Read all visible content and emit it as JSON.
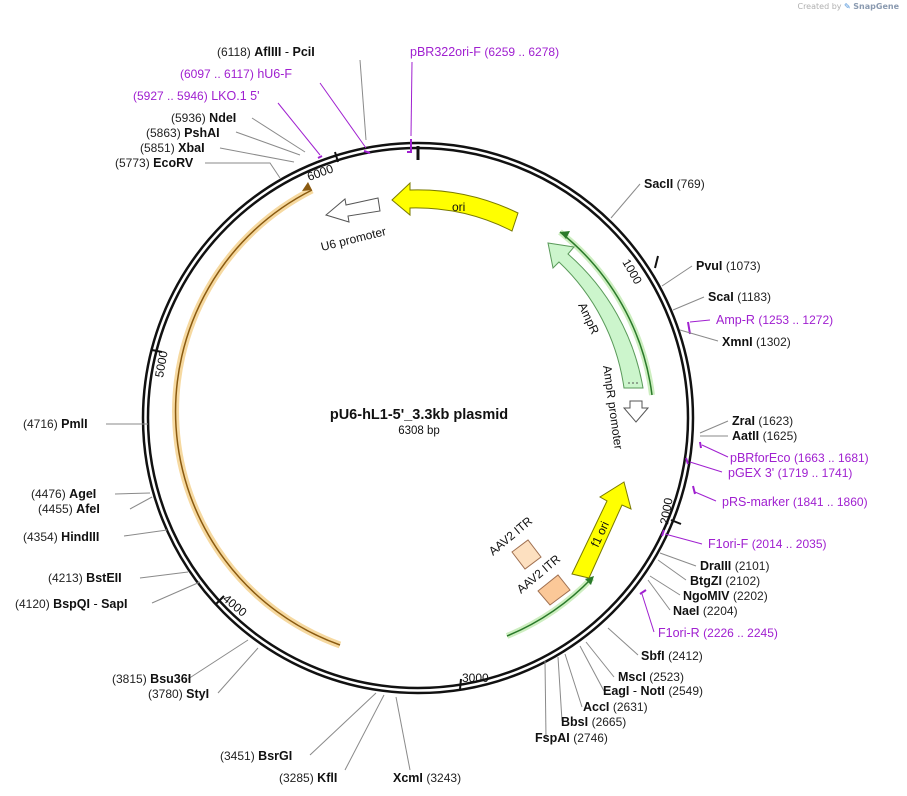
{
  "watermark": {
    "prefix": "Created by",
    "brand": "SnapGene"
  },
  "plasmid": {
    "name": "pU6-hL1-5'_3.3kb plasmid",
    "length_label": "6308 bp",
    "length": 6308
  },
  "ticks": [
    "1000",
    "2000",
    "3000",
    "4000",
    "5000",
    "6000"
  ],
  "features": [
    {
      "id": "ori",
      "label": "ori",
      "color": "#ffff00",
      "stroke": "#7a7a00"
    },
    {
      "id": "ampr",
      "label": "AmpR",
      "color": "#ccf5cc",
      "stroke": "#5a9a5a"
    },
    {
      "id": "ampr-promoter",
      "label": "AmpR promoter",
      "color": "#ffffff",
      "stroke": "#555555"
    },
    {
      "id": "f1-ori",
      "label": "f1 ori",
      "color": "#ffff00",
      "stroke": "#7a7a00"
    },
    {
      "id": "aav2-itr-1",
      "label": "AAV2 ITR",
      "color": "#fde0c0",
      "stroke": "#a07050"
    },
    {
      "id": "aav2-itr-2",
      "label": "AAV2 ITR",
      "color": "#fbc898",
      "stroke": "#a07050"
    },
    {
      "id": "u6-promoter",
      "label": "U6 promoter",
      "color": "#ffffff",
      "stroke": "#555555"
    }
  ],
  "sites": [
    {
      "name": "SacII",
      "pos": "(769)"
    },
    {
      "name": "PvuI",
      "pos": "(1073)"
    },
    {
      "name": "ScaI",
      "pos": "(1183)"
    },
    {
      "name": "XmnI",
      "pos": "(1302)"
    },
    {
      "name": "ZraI",
      "pos": "(1623)"
    },
    {
      "name": "AatII",
      "pos": "(1625)"
    },
    {
      "name": "DraIII",
      "pos": "(2101)"
    },
    {
      "name": "BtgZI",
      "pos": "(2102)"
    },
    {
      "name": "NgoMIV",
      "pos": "(2202)"
    },
    {
      "name": "NaeI",
      "pos": "(2204)"
    },
    {
      "name": "SbfI",
      "pos": "(2412)"
    },
    {
      "name": "MscI",
      "pos": "(2523)"
    },
    {
      "name": "EagI",
      "name2": "NotI",
      "pos": "(2549)"
    },
    {
      "name": "AccI",
      "pos": "(2631)"
    },
    {
      "name": "BbsI",
      "pos": "(2665)"
    },
    {
      "name": "FspAI",
      "pos": "(2746)"
    },
    {
      "name": "XcmI",
      "pos": "(3243)"
    },
    {
      "name": "KflI",
      "pos": "(3285)"
    },
    {
      "name": "BsrGI",
      "pos": "(3451)"
    },
    {
      "name": "StyI",
      "pos": "(3780)"
    },
    {
      "name": "Bsu36I",
      "pos": "(3815)"
    },
    {
      "name": "BspQI",
      "name2": "SapI",
      "pos": "(4120)"
    },
    {
      "name": "BstEII",
      "pos": "(4213)"
    },
    {
      "name": "HindIII",
      "pos": "(4354)"
    },
    {
      "name": "AfeI",
      "pos": "(4455)"
    },
    {
      "name": "AgeI",
      "pos": "(4476)"
    },
    {
      "name": "PmlI",
      "pos": "(4716)"
    },
    {
      "name": "EcoRV",
      "pos": "(5773)"
    },
    {
      "name": "XbaI",
      "pos": "(5851)"
    },
    {
      "name": "PshAI",
      "pos": "(5863)"
    },
    {
      "name": "NdeI",
      "pos": "(5936)"
    },
    {
      "name": "AflIII",
      "name2": "PciI",
      "pos": "(6118)"
    }
  ],
  "primers": [
    {
      "name": "Amp-R",
      "range": "(1253 .. 1272)"
    },
    {
      "name": "pBRforEco",
      "range": "(1663 .. 1681)"
    },
    {
      "name": "pGEX 3'",
      "range": "(1719 .. 1741)"
    },
    {
      "name": "pRS-marker",
      "range": "(1841 .. 1860)"
    },
    {
      "name": "F1ori-F",
      "range": "(2014 .. 2035)"
    },
    {
      "name": "F1ori-R",
      "range": "(2226 .. 2245)"
    },
    {
      "name": "pBR322ori-F",
      "range": "(6259 .. 6278)"
    },
    {
      "name": "hU6-F",
      "range": "(6097 .. 6117)"
    },
    {
      "name": "LKO.1 5'",
      "range": "(5927 .. 5946)"
    }
  ],
  "colors": {
    "backbone": "#111111",
    "primer": "#a020d0",
    "orange_track": "#e8b040",
    "green_track": "#2a7a2a",
    "connector": "#8a8a8a"
  }
}
